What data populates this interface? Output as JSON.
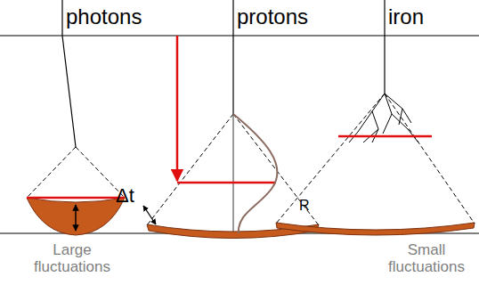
{
  "diagram": {
    "labels": [
      "photons",
      "protons",
      "iron",
      "Δt",
      "R",
      "Large fluctuations",
      "Small fluctuations"
    ]
  }
}
